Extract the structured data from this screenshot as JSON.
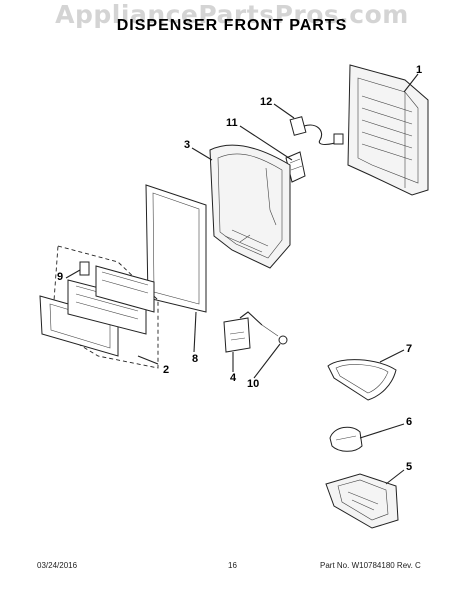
{
  "watermark": "AppliancePartsPros.com",
  "title": "DISPENSER FRONT PARTS",
  "callouts": [
    "1",
    "2",
    "3",
    "4",
    "5",
    "6",
    "7",
    "8",
    "9",
    "10",
    "11",
    "12"
  ],
  "footer": {
    "date": "03/24/2016",
    "page": "16",
    "part_no": "Part No. W10784180 Rev. C"
  }
}
